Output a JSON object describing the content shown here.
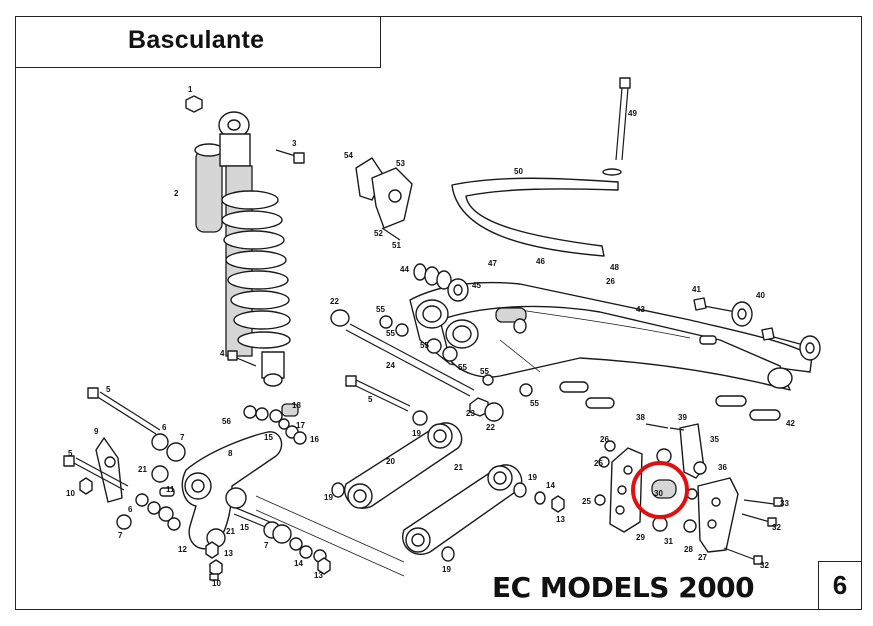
{
  "header": {
    "title": "Basculante"
  },
  "footer": {
    "models": "EC MODELS 2000",
    "page_number": "6"
  },
  "highlight": {
    "color": "#e01010",
    "part": "30"
  },
  "part_labels": [
    "1",
    "2",
    "3",
    "4",
    "5",
    "5",
    "5",
    "6",
    "6",
    "7",
    "7",
    "7",
    "8",
    "9",
    "10",
    "10",
    "11",
    "12",
    "13",
    "13",
    "13",
    "14",
    "14",
    "15",
    "15",
    "16",
    "17",
    "18",
    "19",
    "19",
    "19",
    "19",
    "20",
    "21",
    "21",
    "21",
    "22",
    "22",
    "23",
    "24",
    "25",
    "25",
    "26",
    "26",
    "27",
    "28",
    "29",
    "30",
    "31",
    "32",
    "32",
    "33",
    "35",
    "36",
    "38",
    "39",
    "40",
    "41",
    "42",
    "43",
    "44",
    "45",
    "46",
    "47",
    "48",
    "49",
    "50",
    "51",
    "52",
    "53",
    "54",
    "55",
    "55",
    "55",
    "55",
    "55",
    "55",
    "56"
  ]
}
